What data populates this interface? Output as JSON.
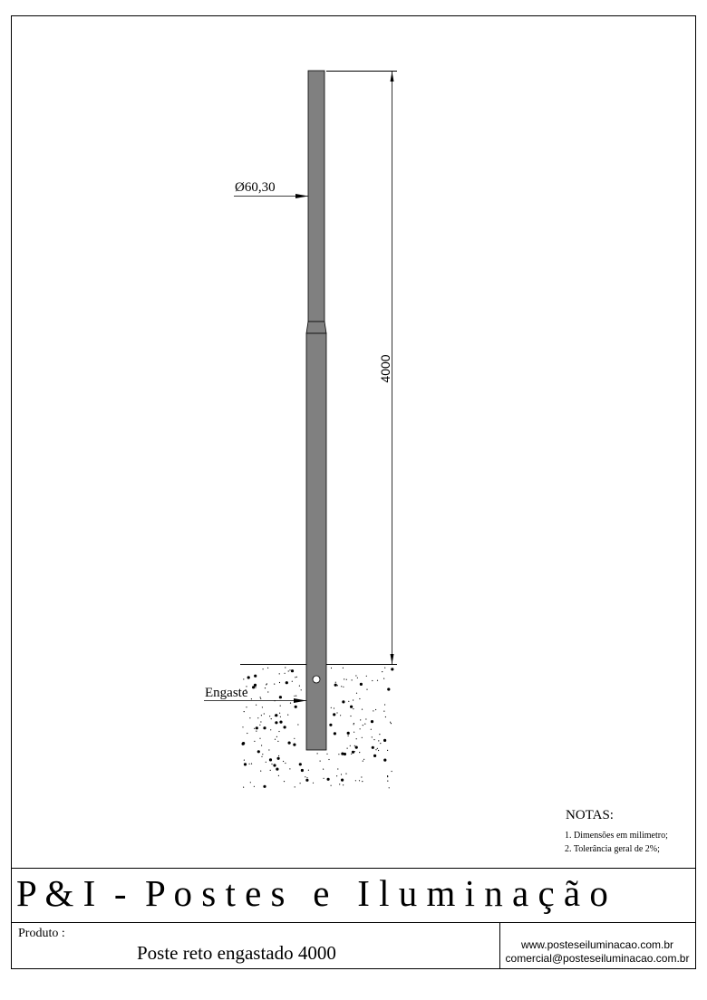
{
  "drawing": {
    "diameter_label": "Ø60,30",
    "height_label": "4000",
    "engaste_label": "Engaste",
    "pole_color": "#808080"
  },
  "notes": {
    "title": "NOTAS:",
    "items": [
      "1. Dimensões em milimetro;",
      "2. Tolerância geral de 2%;"
    ]
  },
  "title_block": {
    "company": "P & I  -  P o s t e s   e   I l u m i n a ç ã o",
    "product_label": "Produto :",
    "product_name": "Poste reto engastado 4000",
    "website": "www.posteseiluminacao.com.br",
    "email": "comercial@posteseiluminacao.com.br"
  }
}
